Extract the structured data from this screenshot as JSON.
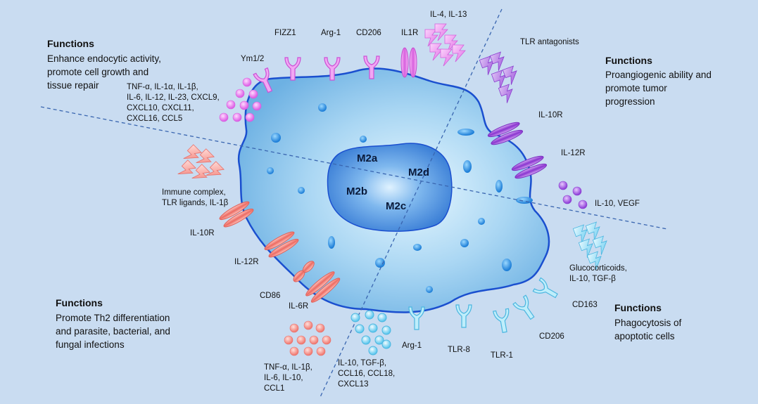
{
  "subtypes": {
    "m2a": "M2a",
    "m2b": "M2b",
    "m2c": "M2c",
    "m2d": "M2d"
  },
  "functions": {
    "m2a": {
      "title": "Functions",
      "text": "Enhance endocytic activity,\npromote cell growth and\ntissue repair"
    },
    "m2d": {
      "title": "Functions",
      "text": "Proangiogenic ability and\npromote tumor\nprogression"
    },
    "m2b": {
      "title": "Functions",
      "text": "Promote Th2 differentiation\nand parasite, bacterial, and\nfungal infections"
    },
    "m2c": {
      "title": "Functions",
      "text": "Phagocytosis of\napoptotic cells"
    }
  },
  "m2a": {
    "receptors": {
      "ym": "Ym1/2",
      "fizz": "FIZZ1",
      "arg": "Arg-1",
      "cd206": "CD206",
      "il1r": "IL1R"
    },
    "inducers": "IL-4, IL-13",
    "secreted": "TNF-α, IL-1α, IL-1β,\nIL-6, IL-12, IL-23, CXCL9,\nCXCL10, CXCL11,\nCXCL16, CCL5"
  },
  "m2d": {
    "inducers": "TLR antagonists",
    "receptors": {
      "il10r": "IL-10R",
      "il12r": "IL-12R"
    },
    "secreted": "IL-10, VEGF"
  },
  "m2b": {
    "inducers": "Immune complex,\nTLR ligands, IL-1β",
    "receptors": {
      "il10r": "IL-10R",
      "il12r": "IL-12R",
      "cd86": "CD86",
      "il6r": "IL-6R"
    },
    "secreted": "TNF-α, IL-1β,\nIL-6, IL-10,\nCCL1"
  },
  "m2c": {
    "inducers": "Glucocorticoids,\nIL-10, TGF-β",
    "receptors": {
      "cd163": "CD163",
      "cd206": "CD206",
      "tlr1": "TLR-1",
      "tlr8": "TLR-8",
      "arg": "Arg-1"
    },
    "secreted": "IL-10, TGF-β,\nCCL16, CCL18,\nCXCL13"
  },
  "colors": {
    "background": "#c9dcf1",
    "cell": "#7fbce6",
    "cell_outline": "#1a4fcf",
    "nucleus": "#3f86d9",
    "m2a": "#e07be6",
    "m2d": "#9b44d6",
    "m2b": "#f08a86",
    "m2c": "#63c8ec"
  }
}
